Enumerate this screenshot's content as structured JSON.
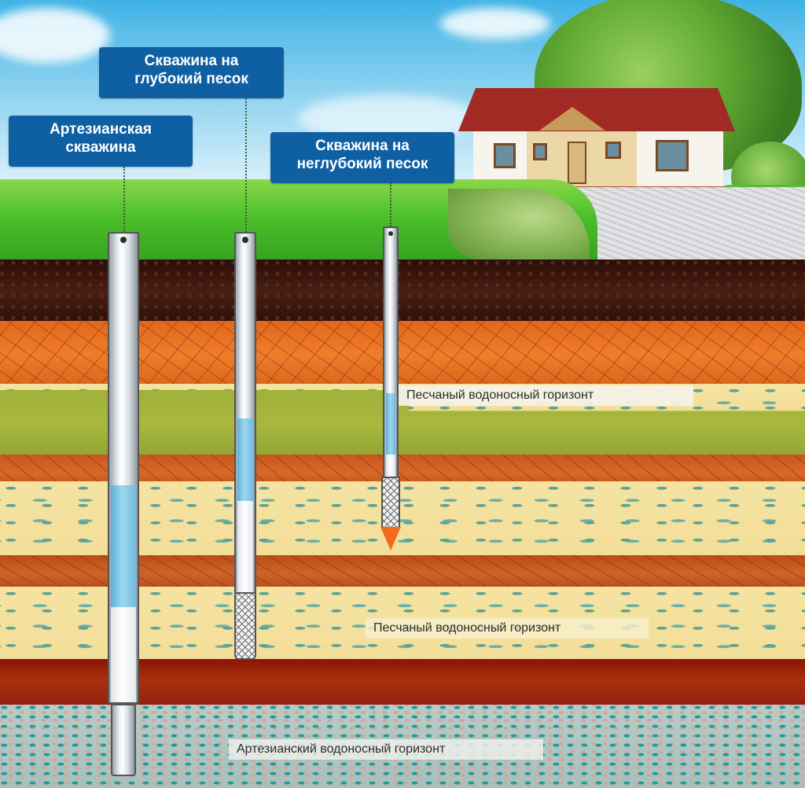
{
  "diagram": {
    "subject": "Types of water wells — soil cross-section",
    "wells": [
      {
        "id": "artesian",
        "label_line1": "Артезианская",
        "label_line2": "скважина"
      },
      {
        "id": "deep-sand",
        "label_line1": "Скважина на",
        "label_line2": "глубокий песок"
      },
      {
        "id": "shallow-sand",
        "label_line1": "Скважина на",
        "label_line2": "неглубокий песок"
      }
    ],
    "horizons": [
      {
        "id": "upper-sand",
        "label": "Песчаный водоносный горизонт"
      },
      {
        "id": "lower-sand",
        "label": "Песчаный водоносный горизонт"
      },
      {
        "id": "artesian",
        "label": "Артезианский водоносный горизонт"
      }
    ],
    "layers_top_to_bottom": [
      "grass",
      "topsoil",
      "clay",
      "upper sandy aquifer",
      "loam",
      "clay",
      "sand",
      "clay",
      "sandy aquifer",
      "red clay",
      "artesian aquifer"
    ],
    "colors": {
      "label_bg": "#0f5fa3",
      "label_text": "#ffffff",
      "water": "#6ebddf",
      "tip": "#f26a1b",
      "roof": "#a22a25"
    }
  }
}
